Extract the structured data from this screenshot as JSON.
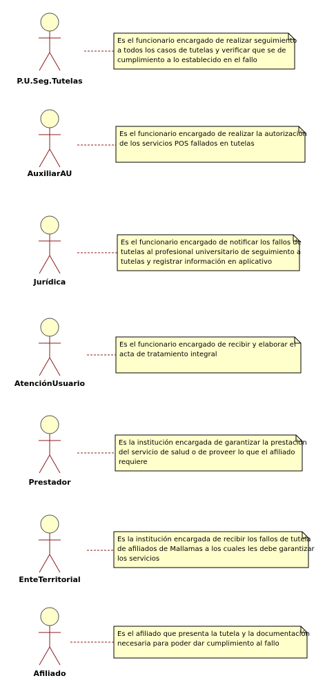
{
  "diagram": {
    "actors": [
      {
        "name": "P.U.Seg.Tutelas",
        "note": [
          "Es el funcionario encargado de realizar seguimiento",
          "a todos los casos de tutelas y verificar que se de",
          "cumplimiento a lo establecido en el fallo"
        ]
      },
      {
        "name": "AuxiliarAU",
        "note": [
          "Es el funcionario encargado de realizar la autorización",
          "de los servicios POS fallados en tutelas"
        ]
      },
      {
        "name": "Jurídica",
        "note": [
          "Es el funcionario encargado de notificar los fallos de",
          "tutelas al profesional universitario de seguimiento a",
          "tutelas y registrar información en aplicativo"
        ]
      },
      {
        "name": "AtenciónUsuario",
        "note": [
          "Es el funcionario encargado de recibir y elaborar el",
          "acta de tratamiento integral"
        ]
      },
      {
        "name": "Prestador",
        "note": [
          "Es la institución encargada de garantizar la prestación",
          "del servicio de salud o de proveer lo que el afiliado",
          "requiere"
        ]
      },
      {
        "name": "EnteTerritorial",
        "note": [
          "Es la institución encargada de recibir los fallos de tutela",
          "de afiliados de Mallamas a los cuales les debe garantizar",
          "los servicios"
        ]
      },
      {
        "name": "Afiliado",
        "note": [
          "Es el afiliado que presenta la tutela y la documentación",
          "necesaria para poder dar cumplimiento al fallo"
        ]
      }
    ],
    "colors": {
      "actor_fill": "#ffffcc",
      "actor_stroke": "#8b1a1a",
      "note_fill": "#ffffcc",
      "note_border": "#000000",
      "connector": "#8b1a1a"
    }
  }
}
